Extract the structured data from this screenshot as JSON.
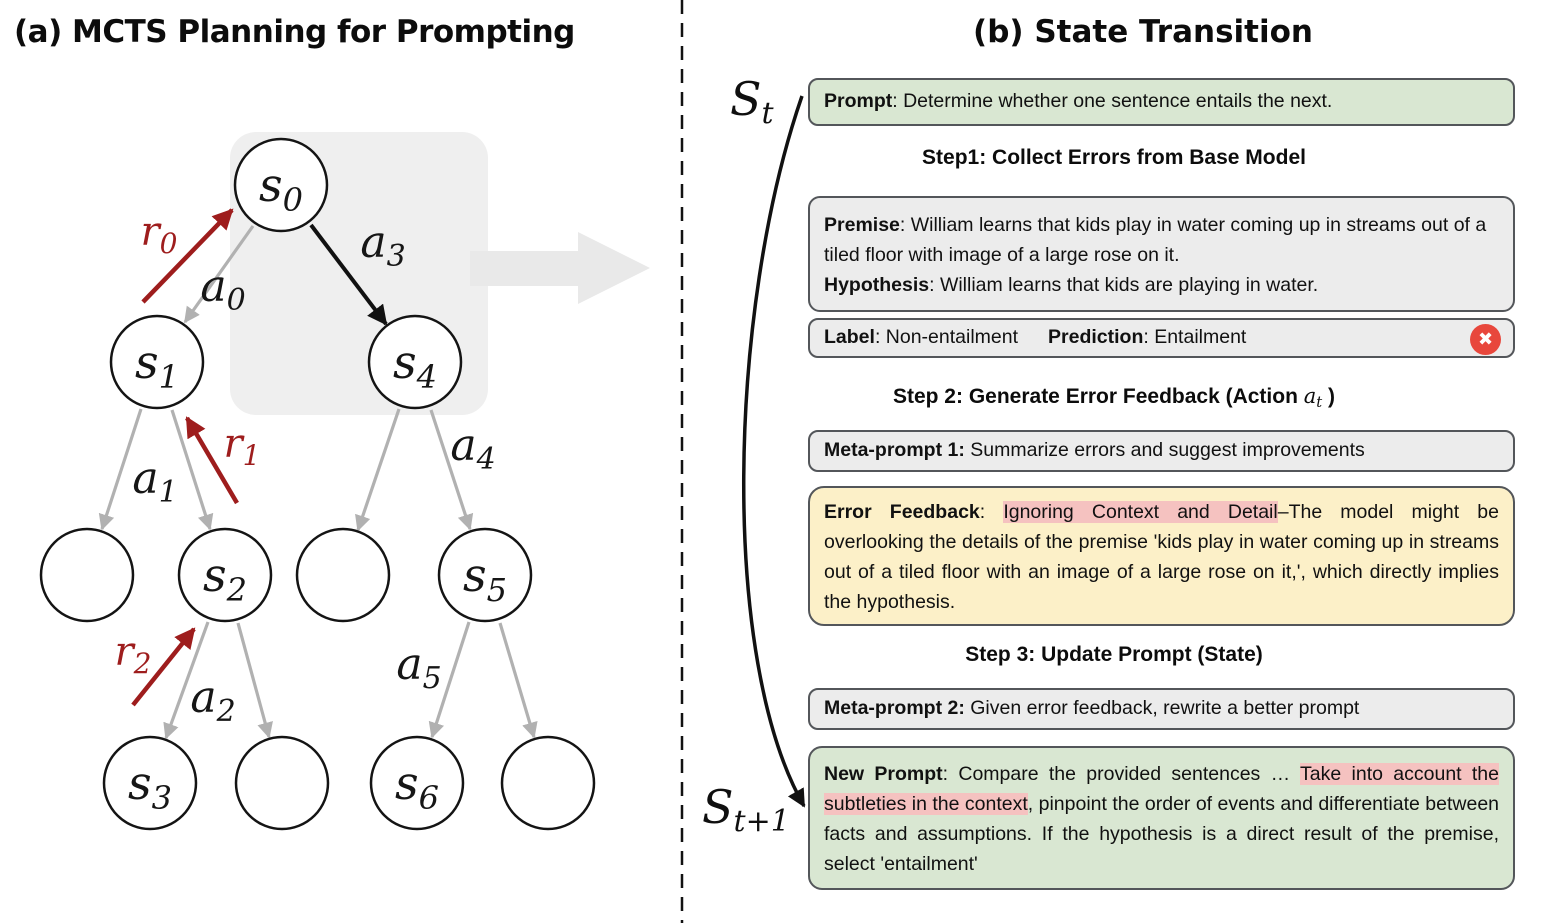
{
  "panel_a": {
    "title": "(a) MCTS Planning for Prompting",
    "nodes": [
      {
        "id": "s0",
        "label": {
          "base": "s",
          "sub": "0"
        }
      },
      {
        "id": "s1",
        "label": {
          "base": "s",
          "sub": "1"
        }
      },
      {
        "id": "s4",
        "label": {
          "base": "s",
          "sub": "4"
        }
      },
      {
        "id": "empty-1",
        "label": {
          "base": "",
          "sub": ""
        }
      },
      {
        "id": "s2",
        "label": {
          "base": "s",
          "sub": "2"
        }
      },
      {
        "id": "empty-2",
        "label": {
          "base": "",
          "sub": ""
        }
      },
      {
        "id": "s5",
        "label": {
          "base": "s",
          "sub": "5"
        }
      },
      {
        "id": "s3",
        "label": {
          "base": "s",
          "sub": "3"
        }
      },
      {
        "id": "empty-3",
        "label": {
          "base": "",
          "sub": ""
        }
      },
      {
        "id": "s6",
        "label": {
          "base": "s",
          "sub": "6"
        }
      },
      {
        "id": "empty-4",
        "label": {
          "base": "",
          "sub": ""
        }
      }
    ],
    "action_labels": [
      {
        "base": "a",
        "sub": "0"
      },
      {
        "base": "a",
        "sub": "1"
      },
      {
        "base": "a",
        "sub": "2"
      },
      {
        "base": "a",
        "sub": "3"
      },
      {
        "base": "a",
        "sub": "4"
      },
      {
        "base": "a",
        "sub": "5"
      }
    ],
    "reward_labels": [
      {
        "base": "r",
        "sub": "0"
      },
      {
        "base": "r",
        "sub": "1"
      },
      {
        "base": "r",
        "sub": "2"
      }
    ]
  },
  "panel_b": {
    "title": "(b) State Transition",
    "state_t": {
      "base": "S",
      "sub": "t"
    },
    "state_t1": {
      "base": "S",
      "sub": "t+1"
    },
    "prompt_box": {
      "segments": [
        {
          "text": "Prompt",
          "bold": true
        },
        {
          "text": ": Determine whether one sentence entails the next."
        }
      ]
    },
    "step1_heading": {
      "segments": [
        {
          "text": "Step1: Collect Errors from Base Model",
          "bold": true
        }
      ]
    },
    "premise_box": {
      "segments": [
        {
          "text": "Premise",
          "bold": true
        },
        {
          "text": ": William learns that kids play in water coming up in streams out of a tiled floor with image of a large rose on it."
        },
        {
          "br": true
        },
        {
          "text": "Hypothesis",
          "bold": true
        },
        {
          "text": ": William learns that kids are playing in water."
        }
      ]
    },
    "label_box": {
      "segments": [
        {
          "text": "Label",
          "bold": true
        },
        {
          "text": ": Non-entailment"
        },
        {
          "text": "Prediction",
          "bold": true,
          "gap": true
        },
        {
          "text": ": Entailment"
        }
      ],
      "icon_glyph": "✖"
    },
    "step2_heading": {
      "segments": [
        {
          "text": "Step 2: Generate Error Feedback (Action ",
          "bold": true
        },
        {
          "text": "a",
          "math": true
        },
        {
          "text": "t",
          "math": true,
          "sub": true
        },
        {
          "text": " )",
          "bold": true
        }
      ]
    },
    "meta_prompt_1": {
      "segments": [
        {
          "text": "Meta-prompt 1:",
          "bold": true
        },
        {
          "text": " Summarize errors and suggest improvements"
        }
      ]
    },
    "error_feedback": {
      "segments": [
        {
          "text": "Error Feedback",
          "bold": true
        },
        {
          "text": ": "
        },
        {
          "text": "Ignoring Context and Detail",
          "hl": true
        },
        {
          "text": "–The model might be overlooking the details of the premise 'kids play in water coming up in streams out of a tiled floor with an image of a large rose on it,', which directly implies the hypothesis."
        }
      ]
    },
    "step3_heading": {
      "segments": [
        {
          "text": "Step 3: Update Prompt (State)",
          "bold": true
        }
      ]
    },
    "meta_prompt_2": {
      "segments": [
        {
          "text": "Meta-prompt 2:",
          "bold": true
        },
        {
          "text": " Given error feedback, rewrite a better prompt"
        }
      ]
    },
    "new_prompt": {
      "segments": [
        {
          "text": "New Prompt",
          "bold": true
        },
        {
          "text": ": Compare the provided sentences … "
        },
        {
          "text": "Take into account the subtleties in the context",
          "hl": true
        },
        {
          "text": ", pinpoint the order of events and differentiate between facts and assumptions. If the hypothesis is a direct result of the premise, select 'entailment'"
        }
      ]
    }
  },
  "colors": {
    "prompt_green": "#d9e7d2",
    "meta_gray": "#ececec",
    "feedback_yellow": "#fcf0c8",
    "highlight_pink": "#f5c2c0",
    "error_icon_red": "#e8473c",
    "reward_arrow_red": "#9e1d1d",
    "tree_edge_gray": "#b1b1b1",
    "box_border": "#53565a"
  }
}
